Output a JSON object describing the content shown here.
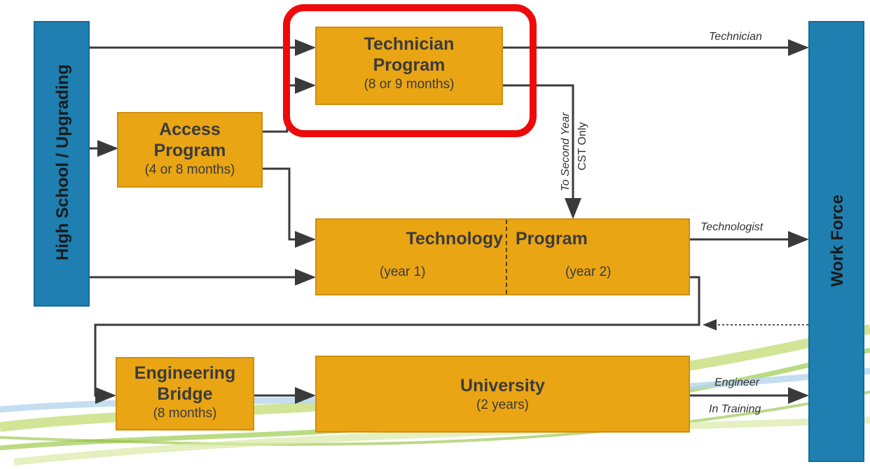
{
  "left_bar": {
    "label": "High School / Upgrading"
  },
  "right_bar": {
    "label": "Work Force"
  },
  "technician": {
    "title_line1": "Technician",
    "title_line2": "Program",
    "duration": "(8 or 9 months)"
  },
  "access": {
    "title_line1": "Access",
    "title_line2": "Program",
    "duration": "(4 or 8 months)"
  },
  "technology": {
    "title_part1": "Technology",
    "title_part2": "Program",
    "year1": "(year 1)",
    "year2": "(year 2)"
  },
  "bridge": {
    "title_line1": "Engineering",
    "title_line2": "Bridge",
    "duration": "(8 months)"
  },
  "university": {
    "title": "University",
    "duration": "(2 years)"
  },
  "edge_labels": {
    "technician": "Technician",
    "technologist": "Technologist",
    "second_year_line1": "To Second Year",
    "second_year_line2": "CST Only",
    "engineer": "Engineer",
    "in_training": "In Training"
  },
  "colors": {
    "box": "#e9a514",
    "bar": "#1e7fb0",
    "highlight": "#ee0a0a",
    "arrow": "#3a3a3a"
  }
}
